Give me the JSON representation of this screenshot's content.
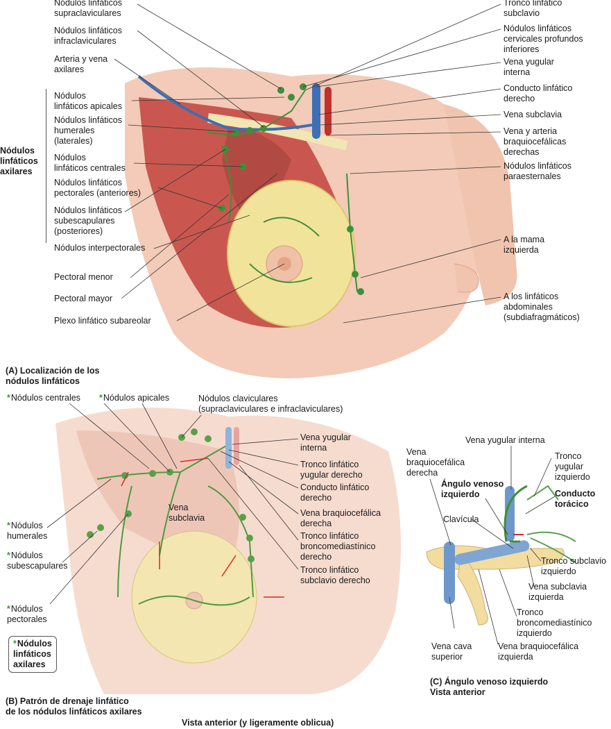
{
  "panel_a": {
    "caption": "(A) Localización de los\n      nódulos linfáticos",
    "group_label": "Nódulos\nlinfáticos\naxilares",
    "left_labels": [
      "Nódulos linfáticos\nsupraclaviculares",
      "Nódulos linfáticos\ninfraclaviculares",
      "Arteria y vena\naxilares",
      "Nódulos\nlinfáticos apicales",
      "Nódulos linfáticos\nhumerales\n(laterales)",
      "Nódulos\nlinfáticos centrales",
      "Nódulos linfáticos\npectorales (anteriores)",
      "Nódulos linfáticos\nsubescapulares\n(posteriores)",
      "Nódulos interpectorales",
      "Pectoral menor",
      "Pectoral mayor",
      "Plexo linfático subareolar"
    ],
    "right_labels": [
      "Tronco linfático\nsubclavio",
      "Nódulos linfáticos\ncervicales profundos\ninferiores",
      "Vena yugular\ninterna",
      "Conducto linfático\nderecho",
      "Vena subclavia",
      "Vena y arteria\nbraquiocefálicas\nderechas",
      "Nódulos linfáticos\nparaesternales",
      "A la mama\nizquierda",
      "A los linfáticos\nabdominales\n(subdiafragmáticos)"
    ]
  },
  "panel_b": {
    "caption": "(B) Patrón de drenaje linfático\n      de los nódulos linfáticos axilares",
    "view_label": "Vista anterior (y ligeramente oblicua)",
    "star_labels": [
      "Nódulos centrales",
      "Nódulos apicales",
      "Nódulos\nhumerales",
      "Nódulos\nsubescapulares",
      "Nódulos\npectorales"
    ],
    "boxed_label": "Nódulos\nlinfáticos\naxilares",
    "top_label": "Nódulos claviculares\n(supraclaviculares e infraclaviculares)",
    "vena_subclavia": "Vena\nsubclavia",
    "right_labels": [
      "Vena yugular\ninterna",
      "Tronco linfático\nyugular derecho",
      "Conducto linfático\nderecho",
      "Vena braquiocefálica\nderecha",
      "Tronco linfático\nbroncomediastínico\nderecho",
      "Tronco linfático\nsubclavio derecho"
    ]
  },
  "panel_c": {
    "caption": "(C) Ángulo venoso izquierdo\n      Vista anterior",
    "labels": {
      "vena_yugular_interna": "Vena yugular interna",
      "vena_braquio_derecha": "Vena\nbraquiocefálica\nderecha",
      "angulo_venoso": "Ángulo venoso\nizquierdo",
      "tronco_yugular": "Tronco\nyugular\nizquierdo",
      "conducto_toracico": "Conducto\ntorácico",
      "clavicula": "Clavícula",
      "tronco_subclavio": "Tronco subclavio\nizquierdo",
      "vena_subclavia": "Vena subclavia\nizquierda",
      "tronco_bronco": "Tronco\nbroncomediastínico\nizquierdo",
      "vena_cava": "Vena cava\nsuperior",
      "vena_braquio_izq": "Vena braquiocefálica\nizquierda"
    }
  },
  "colors": {
    "skin": "#f3cbb8",
    "muscle": "#c9574f",
    "breast_tissue": "#f1e49a",
    "lymph": "#3f8f3a",
    "vein": "#3b6fb6",
    "artery": "#c0322c",
    "arrow": "#d22a2a"
  }
}
